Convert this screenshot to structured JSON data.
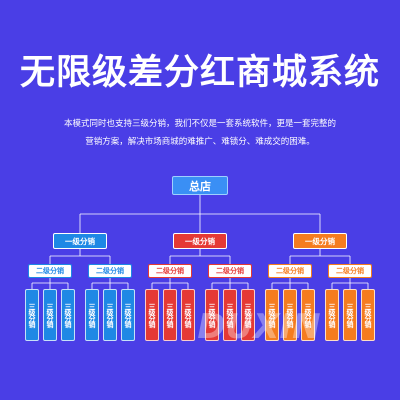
{
  "title": "无限级差分红商城系统",
  "description": {
    "line1": "本模式同时也支持三级分销，我们不仅是一套系统软件，更是一套完整的",
    "line2": "营销方案，解决市场商城的难推广、难锁分、难成交的困难。"
  },
  "org_chart": {
    "root": "总店",
    "level1_label": "一级分销",
    "level2_label": "二级分销",
    "level3_label": "三级分销",
    "branches": [
      {
        "color": "#1e88e5",
        "level2_count": 2,
        "level3_per_level2": 3
      },
      {
        "color": "#e53935",
        "level2_count": 2,
        "level3_per_level2": 3
      },
      {
        "color": "#f57c1f",
        "level2_count": 2,
        "level3_per_level2": 3
      }
    ],
    "line_color": "#ffffff"
  },
  "watermark": "DUXIN"
}
